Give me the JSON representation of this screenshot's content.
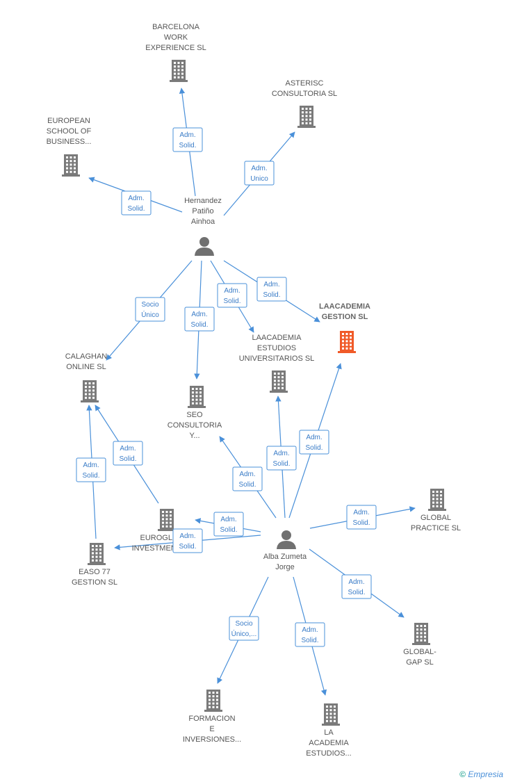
{
  "colors": {
    "edge": "#4a90d9",
    "company": "#7a7a7a",
    "highlight": "#f05a28",
    "person": "#707070"
  },
  "nodes": [
    {
      "id": "barcelona",
      "type": "company",
      "label": [
        "BARCELONA",
        "WORK",
        "EXPERIENCE  SL"
      ]
    },
    {
      "id": "asterisc",
      "type": "company",
      "label": [
        "ASTERISC",
        "CONSULTORIA SL"
      ]
    },
    {
      "id": "european",
      "type": "company",
      "label": [
        "EUROPEAN",
        "SCHOOL OF",
        "BUSINESS..."
      ]
    },
    {
      "id": "hernandez",
      "type": "person",
      "label": [
        "Hernandez",
        "Patiño",
        "Ainhoa"
      ]
    },
    {
      "id": "laacademia_gestion",
      "type": "company",
      "highlight": true,
      "label": [
        "LAACADEMIA",
        "GESTION SL"
      ]
    },
    {
      "id": "laacademia_estudios",
      "type": "company",
      "label": [
        "LAACADEMIA",
        "ESTUDIOS",
        "UNIVERSITARIOS SL"
      ]
    },
    {
      "id": "calaghan",
      "type": "company",
      "label": [
        "CALAGHAN",
        "ONLINE SL"
      ]
    },
    {
      "id": "seo",
      "type": "company",
      "label": [
        "SEO",
        "CONSULTORIA",
        "Y..."
      ]
    },
    {
      "id": "euroglobal",
      "type": "company",
      "label": [
        "EUROGLO",
        "INVESTMENT..."
      ]
    },
    {
      "id": "easo",
      "type": "company",
      "label": [
        "EASO 77",
        "GESTION SL"
      ]
    },
    {
      "id": "alba",
      "type": "person",
      "label": [
        "Alba Zumeta",
        "Jorge"
      ]
    },
    {
      "id": "global_practice",
      "type": "company",
      "label": [
        "GLOBAL",
        "PRACTICE SL"
      ]
    },
    {
      "id": "global_gap",
      "type": "company",
      "label": [
        "GLOBAL-",
        "GAP SL"
      ]
    },
    {
      "id": "formacion",
      "type": "company",
      "label": [
        "FORMACION",
        "E",
        "INVERSIONES..."
      ]
    },
    {
      "id": "la_academia",
      "type": "company",
      "label": [
        "LA",
        "ACADEMIA",
        "ESTUDIOS..."
      ]
    }
  ],
  "edges": [
    {
      "from": "hernandez",
      "to": "barcelona",
      "label": [
        "Adm.",
        "Solid."
      ]
    },
    {
      "from": "hernandez",
      "to": "asterisc",
      "label": [
        "Adm.",
        "Unico"
      ]
    },
    {
      "from": "hernandez",
      "to": "european",
      "label": [
        "Adm.",
        "Solid."
      ]
    },
    {
      "from": "hernandez",
      "to": "calaghan",
      "label": [
        "Socio",
        "Único"
      ]
    },
    {
      "from": "hernandez",
      "to": "seo",
      "label": [
        "Adm.",
        "Solid."
      ]
    },
    {
      "from": "hernandez",
      "to": "laacademia_estudios",
      "label": [
        "Adm.",
        "Solid."
      ]
    },
    {
      "from": "hernandez",
      "to": "laacademia_gestion",
      "label": [
        "Adm.",
        "Solid."
      ]
    },
    {
      "from": "alba",
      "to": "laacademia_gestion",
      "label": [
        "Adm.",
        "Solid."
      ]
    },
    {
      "from": "alba",
      "to": "laacademia_estudios",
      "label": [
        "Adm.",
        "Solid."
      ]
    },
    {
      "from": "alba",
      "to": "seo",
      "label": [
        "Adm.",
        "Solid."
      ]
    },
    {
      "from": "alba",
      "to": "euroglobal",
      "label": [
        "Adm.",
        "Solid."
      ]
    },
    {
      "from": "alba",
      "to": "easo",
      "label": [
        "Adm.",
        "Solid."
      ]
    },
    {
      "from": "alba",
      "to": "global_practice",
      "label": [
        "Adm.",
        "Solid."
      ]
    },
    {
      "from": "alba",
      "to": "global_gap",
      "label": [
        "Adm.",
        "Solid."
      ]
    },
    {
      "from": "alba",
      "to": "formacion",
      "label": [
        "Socio",
        "Único,..."
      ]
    },
    {
      "from": "alba",
      "to": "la_academia",
      "label": [
        "Adm.",
        "Solid."
      ]
    },
    {
      "from": "euroglobal",
      "to": "calaghan",
      "label": [
        "Adm.",
        "Solid."
      ]
    },
    {
      "from": "easo",
      "to": "calaghan",
      "label": [
        "Adm.",
        "Solid."
      ]
    }
  ],
  "footer": {
    "copyright": "©",
    "brand": "Empresia"
  }
}
